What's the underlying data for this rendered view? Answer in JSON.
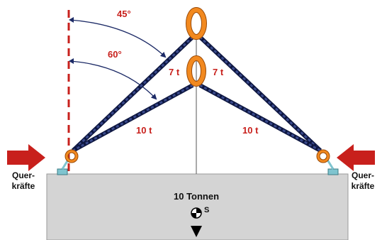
{
  "angles": {
    "upper": "45°",
    "lower": "60°"
  },
  "upper_chain_loads": {
    "left": "7 t",
    "right": "7 t"
  },
  "lower_chain_loads": {
    "left": "10 t",
    "right": "10 t"
  },
  "load": {
    "label": "10 Tonnen",
    "cog_symbol": "S"
  },
  "side_forces": {
    "left_line1": "Quer-",
    "left_line2": "kräfte",
    "right_line1": "Quer-",
    "right_line2": "kräfte"
  },
  "colors": {
    "chain": "#1c2a66",
    "ring": "#f2891f",
    "ring_dark": "#9a4a07",
    "arrow": "#c8201c",
    "reference_line": "#c8201c",
    "block": "#d4d4d4",
    "shackle": "#7fc4cf"
  },
  "icons": [
    "lifting-ring-icon",
    "hook-icon",
    "shackle-icon",
    "center-of-gravity-icon",
    "force-arrow-icon",
    "down-arrow-icon"
  ]
}
